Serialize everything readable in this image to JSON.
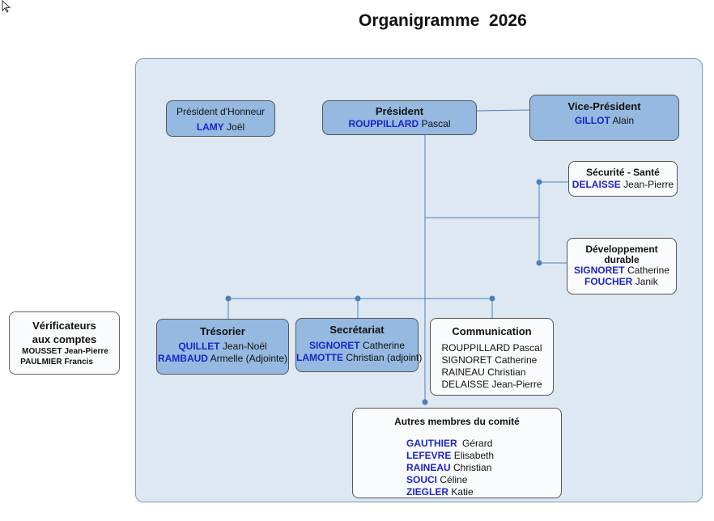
{
  "title": "Organigramme  2026",
  "president_honneur": {
    "role": "Président d'Honneur",
    "members": [
      {
        "last": "LAMY",
        "first": "Joël"
      }
    ]
  },
  "president": {
    "role": "Président",
    "members": [
      {
        "last": "ROUPPILLARD",
        "first": "Pascal"
      }
    ]
  },
  "vice_president": {
    "role": "Vice-Président",
    "members": [
      {
        "last": "GILLOT",
        "first": "Alain"
      }
    ]
  },
  "securite": {
    "role": "Sécurité - Santé",
    "members": [
      {
        "last": "DELAISSE",
        "first": "Jean-Pierre"
      }
    ]
  },
  "developpement": {
    "role_line1": "Développement",
    "role_line2": "durable",
    "members": [
      {
        "last": "SIGNORET",
        "first": "Catherine"
      },
      {
        "last": "FOUCHER",
        "first": "Janik"
      }
    ]
  },
  "tresorier": {
    "role": "Trésorier",
    "members": [
      {
        "last": "QUILLET",
        "first": "Jean-Noël"
      },
      {
        "last": "RAMBAUD",
        "first": "Armelle (Adjointe)"
      }
    ]
  },
  "secretariat": {
    "role": "Secrétariat",
    "members": [
      {
        "last": "SIGNORET",
        "first": "Catherine"
      },
      {
        "last": "LAMOTTE",
        "first": "Christian (adjoint)"
      }
    ]
  },
  "communication": {
    "role": "Communication",
    "members": [
      "ROUPPILLARD Pascal",
      "SIGNORET Catherine",
      "RAINEAU Christian",
      "DELAISSE Jean-Pierre"
    ]
  },
  "autres": {
    "role": "Autres membres du comité",
    "members": [
      {
        "last": "GAUTHIER",
        "first": "Gérard"
      },
      {
        "last": "LEFEVRE",
        "first": "Elisabeth"
      },
      {
        "last": "RAINEAU",
        "first": "Christian"
      },
      {
        "last": "SOUCI",
        "first": "Céline"
      },
      {
        "last": "ZIEGLER",
        "first": "Katie"
      }
    ]
  },
  "verificateurs": {
    "role_line1": "Vérificateurs",
    "role_line2": "aux comptes",
    "members": [
      "MOUSSET Jean-Pierre",
      "PAULMIER  Francis"
    ]
  },
  "colors": {
    "panel": "#dde8f3",
    "box_blue": "#95b9e0",
    "name_blue": "#1c24c8",
    "connector": "#4f7fb5"
  }
}
